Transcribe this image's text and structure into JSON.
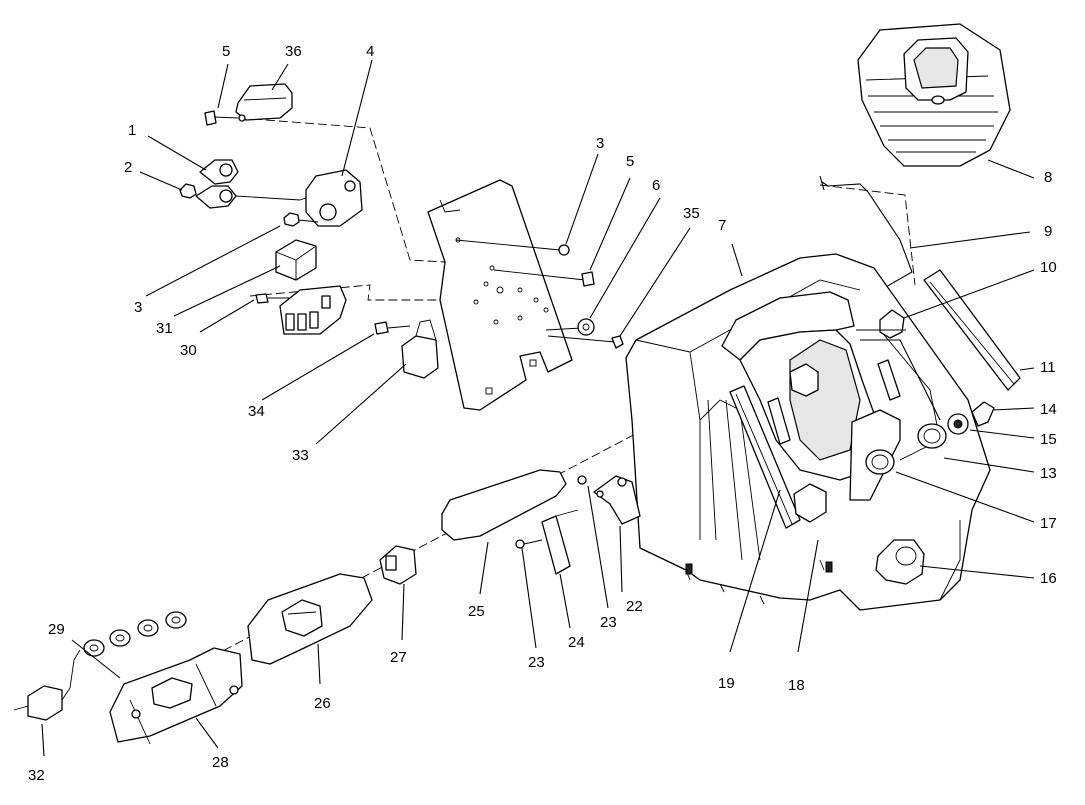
{
  "callouts": {
    "c1": "1",
    "c2": "2",
    "c3a": "3",
    "c3b": "3",
    "c4": "4",
    "c5a": "5",
    "c5b": "5",
    "c6": "6",
    "c7": "7",
    "c8": "8",
    "c9": "9",
    "c10": "10",
    "c11": "11",
    "c13": "13",
    "c14": "14",
    "c15": "15",
    "c16": "16",
    "c17": "17",
    "c18": "18",
    "c19": "19",
    "c22": "22",
    "c23a": "23",
    "c23b": "23",
    "c24": "24",
    "c25": "25",
    "c26": "26",
    "c27": "27",
    "c28": "28",
    "c29": "29",
    "c30": "30",
    "c31": "31",
    "c32": "32",
    "c33": "33",
    "c34": "34",
    "c35": "35",
    "c36": "36"
  }
}
